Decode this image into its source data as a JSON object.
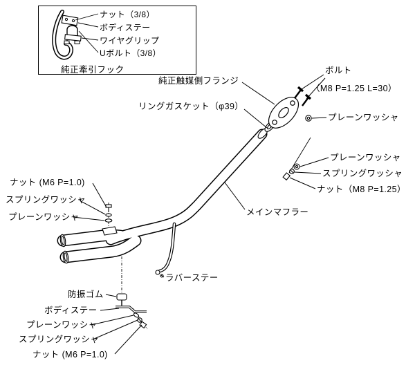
{
  "inset": {
    "items": [
      {
        "label": "ナット（3/8）"
      },
      {
        "label": "ボディステー"
      },
      {
        "label": "ワイヤグリップ"
      },
      {
        "label": "Uボルト（3/8）"
      }
    ],
    "caption": "純正牽引フック"
  },
  "callouts": {
    "catalyst_flange": "純正触媒側フランジ",
    "bolt": "ボルト",
    "bolt_spec": "（M8 P=1.25 L=30）",
    "plain_washer_flange": "プレーンワッシャ",
    "ring_gasket": "リングガスケット（φ39）",
    "plain_washer_mid": "プレーンワッシャ",
    "spring_washer_mid": "スプリングワッシャ",
    "nut_m8": "ナット（M8 P=1.25）",
    "main_muffler": "メインマフラー",
    "nut_m6_left": "ナット (M6 P=1.0)",
    "spring_washer_left": "スプリングワッシャ",
    "plain_washer_left": "プレーンワッシャ",
    "rubber_stay": "ラバーステー",
    "vibration_rubber": "防振ゴム",
    "body_stay": "ボディステー",
    "plain_washer_bottom": "プレーンワッシャ",
    "spring_washer_bottom": "スプリングワッシャ",
    "nut_m6_bottom": "ナット (M6 P=1.0)"
  }
}
